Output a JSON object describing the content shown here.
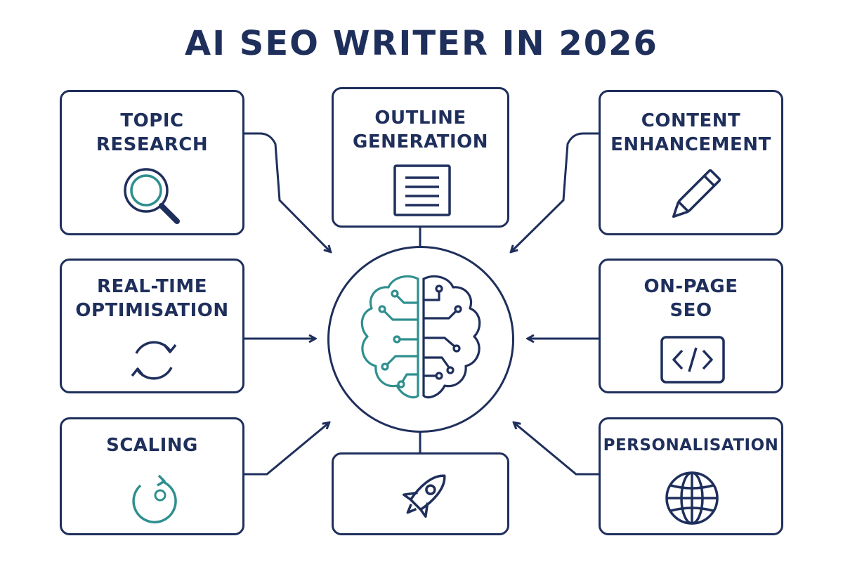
{
  "title": "AI SEO WRITER IN 2026",
  "colors": {
    "navy": "#1f2f5c",
    "teal": "#2f8f8f"
  },
  "center": {
    "icon": "brain-circuit-icon"
  },
  "boxes": [
    {
      "id": "topic-research",
      "line1": "TOPIC",
      "line2": "RESEARCH",
      "icon": "magnifier-icon"
    },
    {
      "id": "outline-generation",
      "line1": "OUTLINE",
      "line2": "GENERATION",
      "icon": "document-icon"
    },
    {
      "id": "content-enhancement",
      "line1": "CONTENT",
      "line2": "ENHANCEMENT",
      "icon": "pencil-icon"
    },
    {
      "id": "real-time-optimisation",
      "line1": "REAL-TIME",
      "line2": "OPTIMISATION",
      "icon": "refresh-icon"
    },
    {
      "id": "on-page-seo",
      "line1": "ON-PAGE",
      "line2": "SEO",
      "icon": "code-icon"
    },
    {
      "id": "scaling",
      "line1": "SCALING",
      "line2": "",
      "icon": "cycle-icon"
    },
    {
      "id": "launch",
      "line1": "",
      "line2": "",
      "icon": "rocket-icon"
    },
    {
      "id": "personalisation",
      "line1": "PERSONALISATION",
      "line2": "",
      "icon": "globe-icon"
    }
  ]
}
